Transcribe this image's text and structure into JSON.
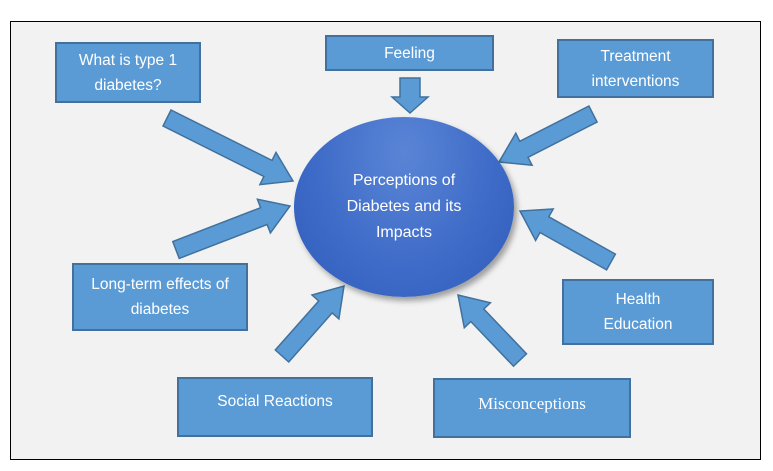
{
  "center": {
    "label": "Perceptions of Diabetes and its Impacts"
  },
  "nodes": {
    "type1": "What is type 1 diabetes?",
    "feeling": "Feeling",
    "treatment": "Treatment interventions",
    "longterm": "Long-term effects of diabetes",
    "health": "Health Education",
    "social": "Social Reactions",
    "misconceptions": "Misconceptions"
  },
  "colors": {
    "box_fill": "#5b9bd5",
    "box_border": "#41719c",
    "center_fill": "#3f6cc8",
    "background": "#f2f2f2"
  }
}
